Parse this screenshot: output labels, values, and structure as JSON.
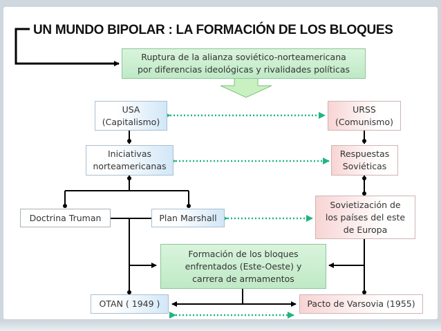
{
  "title": "UN MUNDO BIPOLAR : LA FORMACIÓN DE LOS BLOQUES",
  "nodes": {
    "ruptura": [
      "Ruptura de la alianza soviético-norteamericana",
      "por diferencias ideológicas y rivalidades políticas"
    ],
    "usa": [
      "USA",
      "(Capitalismo)"
    ],
    "urss": [
      "URSS",
      "(Comunismo)"
    ],
    "iniciativas": [
      "Iniciativas",
      "norteamericanas"
    ],
    "respuestas": [
      "Respuestas",
      "Soviéticas"
    ],
    "truman": [
      "Doctrina  Truman"
    ],
    "marshall": [
      "Plan Marshall"
    ],
    "sovietizacion": [
      "Sovietización de",
      "los países del este",
      "de Europa"
    ],
    "bloques": [
      "Formación de los bloques",
      "enfrentados (Este-Oeste) y",
      "carrera de armamentos"
    ],
    "otan": [
      "OTAN ( 1949 )"
    ],
    "varsovia": [
      "Pacto de Varsovia (1955)"
    ]
  },
  "colors": {
    "green_arrow": "#1fb57f",
    "big_arrow": "#c8f0c0",
    "line": "#000000"
  }
}
